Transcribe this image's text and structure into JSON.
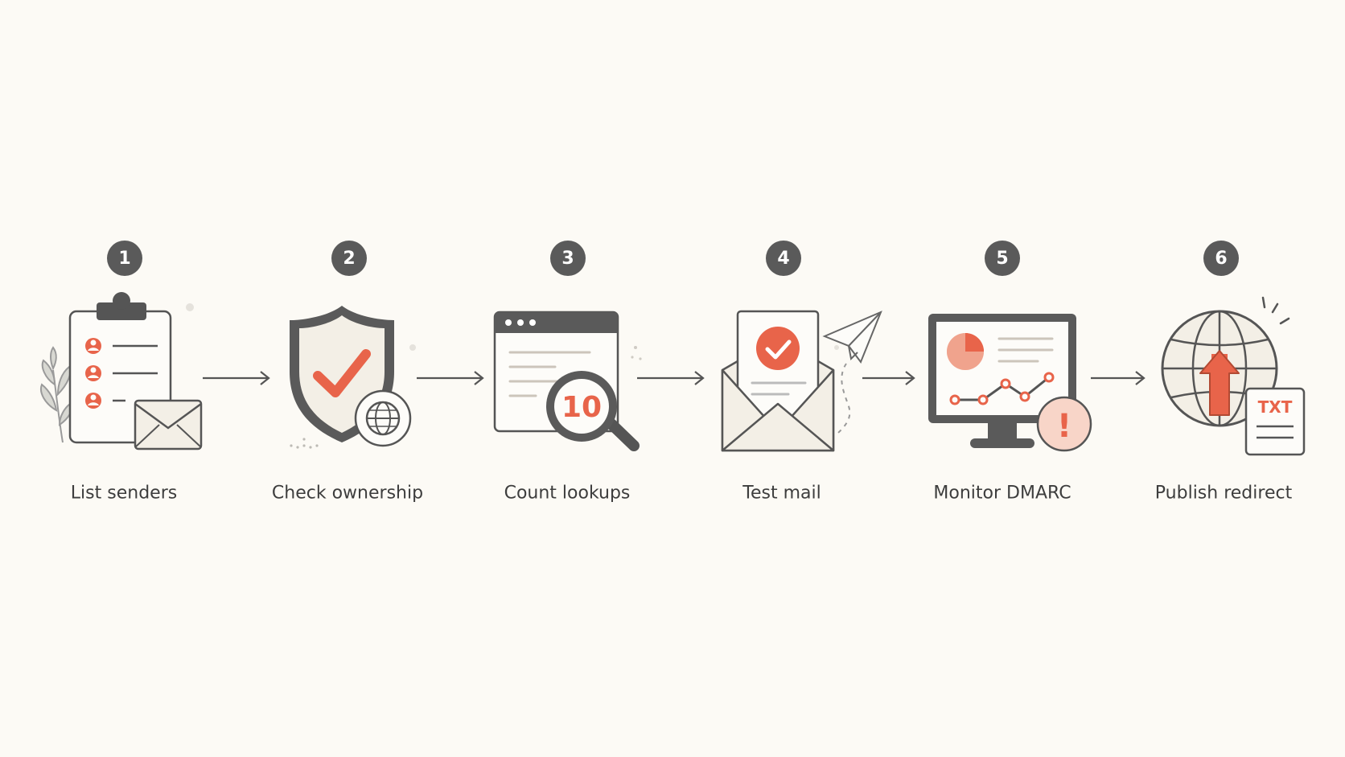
{
  "steps": [
    {
      "number": "1",
      "label": "List senders",
      "icon": "clipboard-envelope-icon"
    },
    {
      "number": "2",
      "label": "Check ownership",
      "icon": "shield-check-globe-icon"
    },
    {
      "number": "3",
      "label": "Count lookups",
      "icon": "browser-magnifier-icon",
      "counter": "10"
    },
    {
      "number": "4",
      "label": "Test mail",
      "icon": "envelope-check-paper-plane-icon"
    },
    {
      "number": "5",
      "label": "Monitor DMARC",
      "icon": "monitor-chart-alert-icon",
      "alert": "!"
    },
    {
      "number": "6",
      "label": "Publish redirect",
      "icon": "globe-upload-txt-icon",
      "file_tag": "TXT"
    }
  ],
  "colors": {
    "background": "#fcfaf5",
    "accent": "#e8644a",
    "accent_light": "#f4c7b8",
    "outline": "#555555",
    "badge": "#5a5a5a"
  }
}
